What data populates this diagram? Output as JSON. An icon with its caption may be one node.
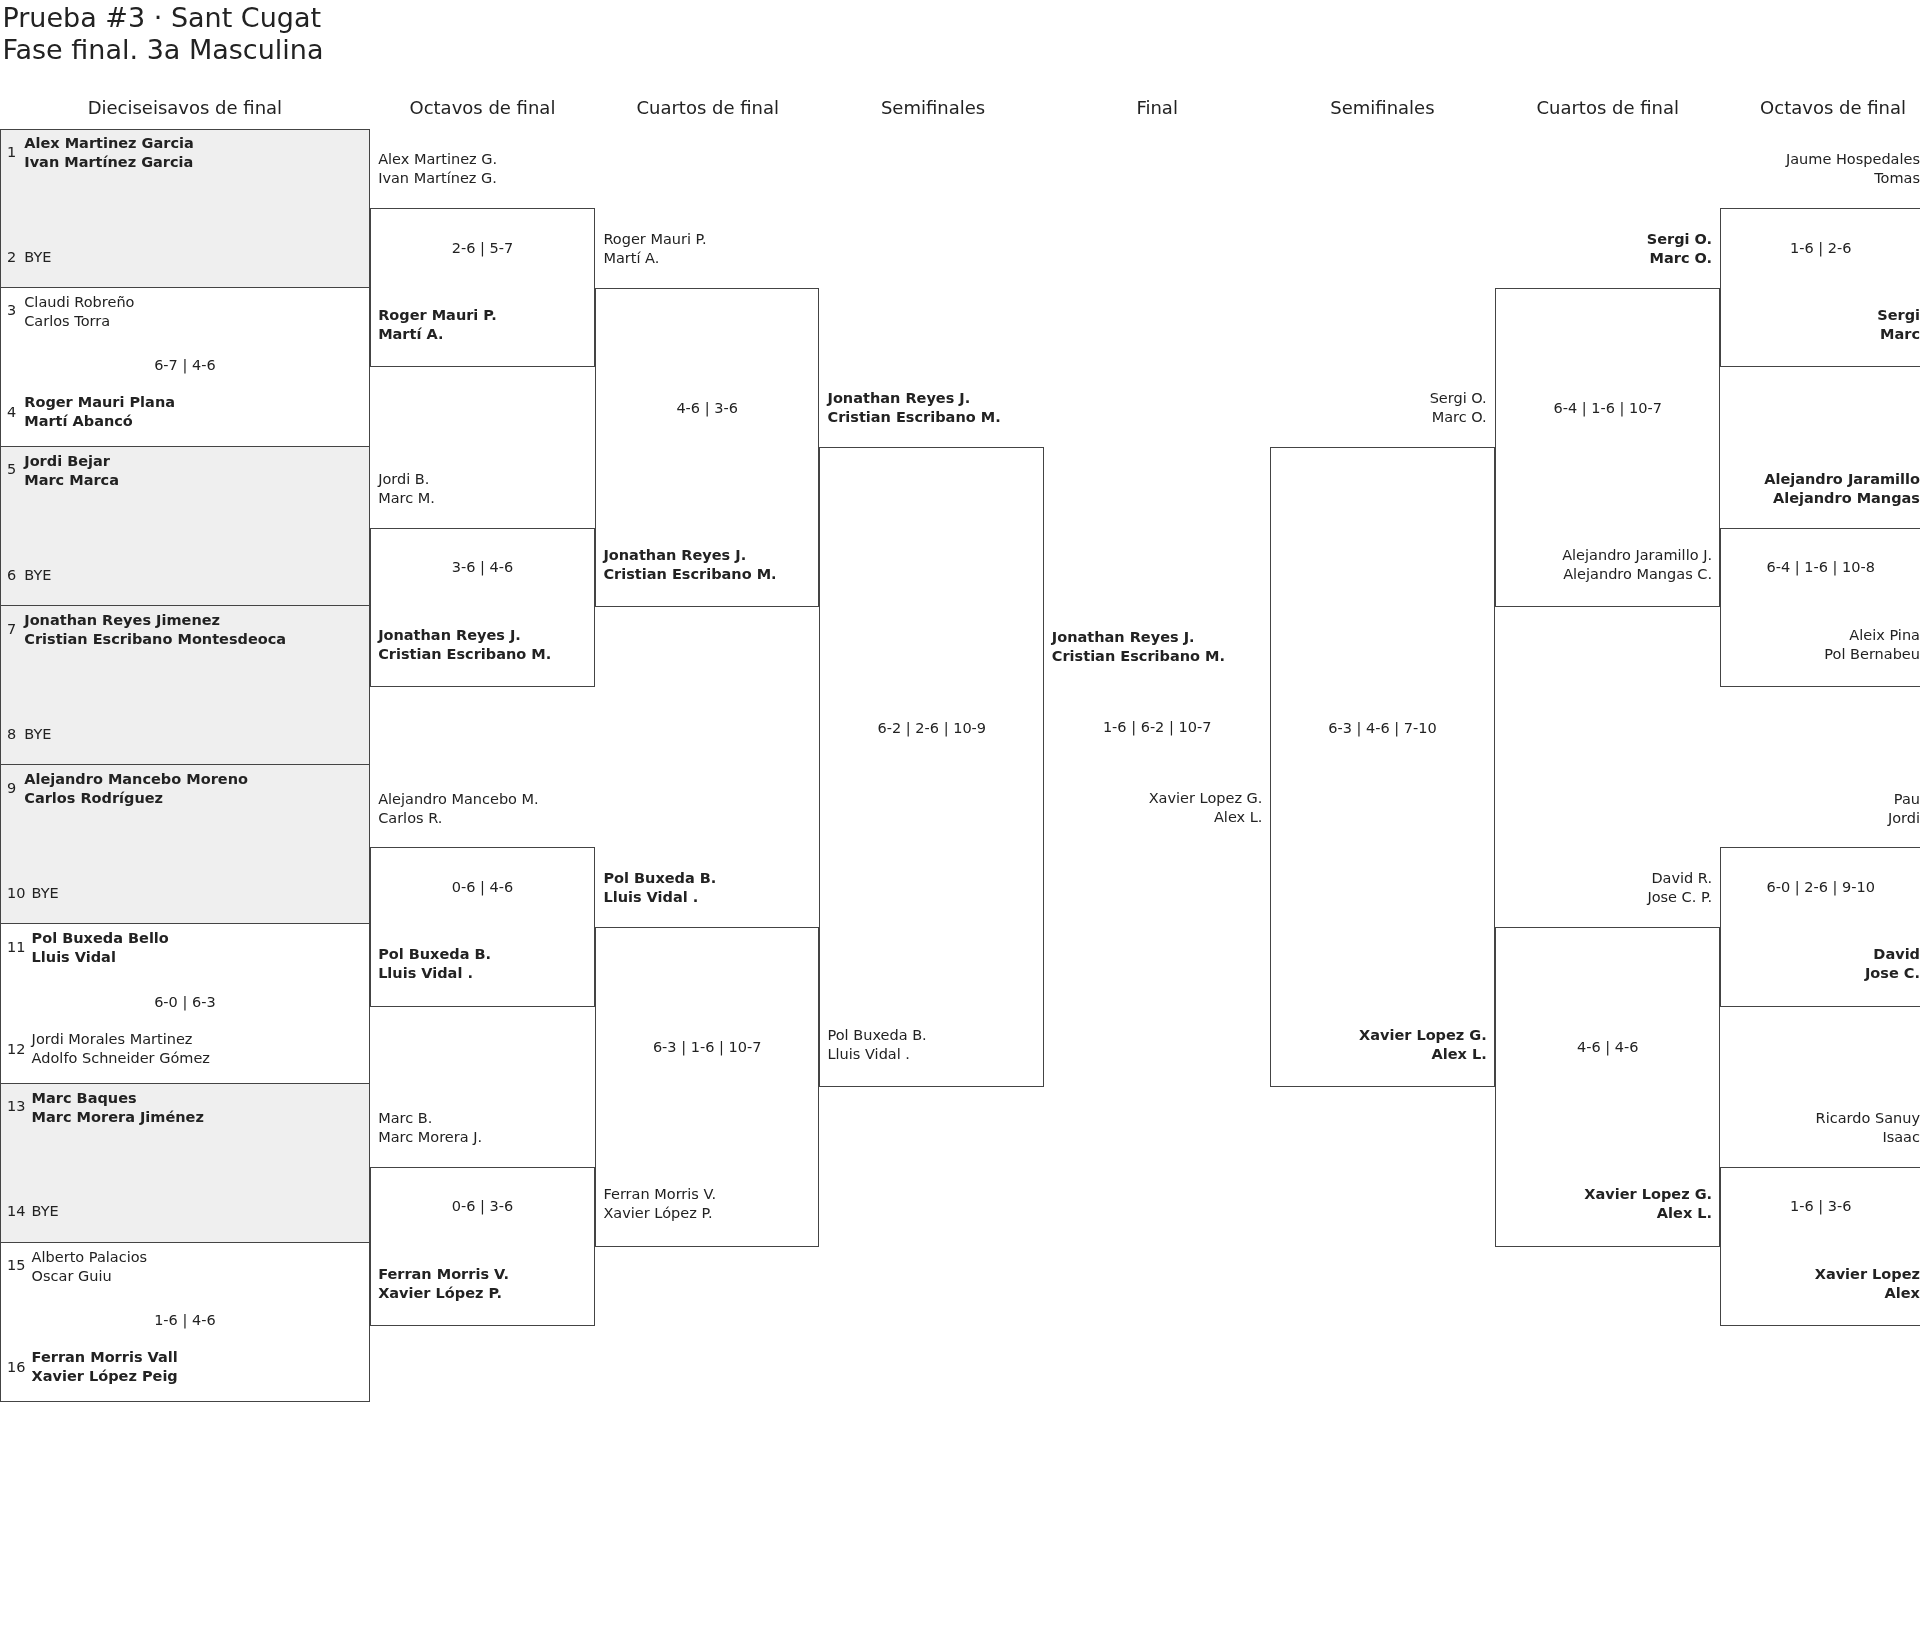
{
  "diagram": {
    "title": "Prueba #3 · Sant Cugat",
    "nodes": [
      {
        "text": [
          "1",
          "**Alex Martinez Garcia Ivan Martínez Garcia**",
          "2",
          "BYE"
        ]
      },
      {
        "text": [
          "3",
          "Claudi Robreño Carlos Torra",
          "6-7 | 4-6",
          "4",
          "**Roger Mauri Plana Martí Abancó**"
        ]
      },
      {
        "text": [
          "5",
          "**Jordi Bejar Marc Marca**",
          "6",
          "BYE"
        ]
      },
      {
        "text": [
          "7",
          "**Jonathan Reyes Jimenez Cristian Escribano Montesdeoca**",
          "8",
          "BYE"
        ]
      },
      {
        "text": [
          "9",
          "**Alejandro Mancebo Moreno Carlos Rodríguez**",
          "10",
          "BYE"
        ]
      },
      {
        "text": [
          "11",
          "**Pol Buxeda Bello Lluis Vidal**",
          "6-0 | 6-3",
          "12",
          "Jordi Morales Martinez Adolfo Schneider Gómez"
        ]
      },
      {
        "text": [
          "13",
          "**Marc Baques Marc Morera Jiménez**",
          "14",
          "BYE"
        ]
      },
      {
        "text": [
          "15",
          "Alberto Palacios Oscar Guiu",
          "1-6 | 4-6",
          "16",
          "**Ferran Morris Vall Xavier López Peig**"
        ]
      },
      {
        "text": [
          "Alex Martinez G. Ivan Martínez G.",
          "2-6 | 5-7",
          "**Roger Mauri P. Martí A.**"
        ]
      },
      {
        "text": [
          "Jordi B. Marc M.",
          "3-6 | 4-6",
          "**Jonathan Reyes J. Cristian Escribano M.**"
        ]
      },
      {
        "text": [
          "Alejandro Mancebo M. Carlos R.",
          "0-6 | 4-6",
          "**Pol Buxeda B. Lluis Vidal .**"
        ]
      },
      {
        "text": [
          "Marc B. Marc Morera J.",
          "0-6 | 3-6",
          "**Ferran Morris V. Xavier López P.**"
        ]
      },
      {
        "text": [
          "Roger Mauri P. Martí A.",
          "4-6 | 3-6",
          "**Jonathan Reyes J. Cristian Escribano M.**"
        ]
      },
      {
        "text": [
          "**Pol Buxeda B. Lluis Vidal .**",
          "6-3 | 1-6 | 10-7",
          "Ferran Morris V. Xavier López P."
        ]
      },
      {
        "text": [
          "**Jonathan Reyes J. Cristian Escribano M.**",
          "6-2 | 2-6 | 10-9",
          "Pol Buxeda B. Lluis Vidal ."
        ]
      },
      {
        "text": [
          "Sergi O. Marc O.",
          "6-3 | 4-6 | 7-10",
          "**Xavier Lopez G. Alex L.**"
        ]
      },
      {
        "text": [
          "**Sergi O. Marc O.**",
          "6-4 | 1-6 | 10-7",
          "Alejandro Jaramillo J. Alejandro Mangas C."
        ]
      },
      {
        "text": [
          "David R. Jose C. P.",
          "4-6 | 4-6",
          "**Xavier Lopez G. Alex L.**"
        ]
      },
      {
        "text": [
          "Jaume Hospedales Tomas",
          "1-6 | 2-6",
          "**Sergi Marc**"
        ]
      },
      {
        "text": [
          "**Alejandro Jaramillo Alejandro Mangas**",
          "6-4 | 1-6 | 10-8",
          "Aleix Pina Pol Bernabeu"
        ]
      },
      {
        "text": [
          "Pau Jordi",
          "6-0 | 2-6 | 9-10",
          "**David Jose C.**"
        ]
      },
      {
        "text": [
          "Ricardo Sanuy Isaac",
          "1-6 | 3-6",
          "**Xavier Lopez Alex**"
        ]
      }
    ],
    "labels": [
      "Fase final. 3a Masculina",
      "Dieciseisavos de final",
      "Octavos de final",
      "Cuartos de final",
      "Semifinales",
      "Final",
      "Semifinales",
      "Cuartos de final",
      "Octavos de final",
      "**Jonathan Reyes J. Cristian Escribano M.**",
      "1-6 | 6-2 | 10-7",
      "Xavier Lopez G. Alex L."
    ]
  }
}
